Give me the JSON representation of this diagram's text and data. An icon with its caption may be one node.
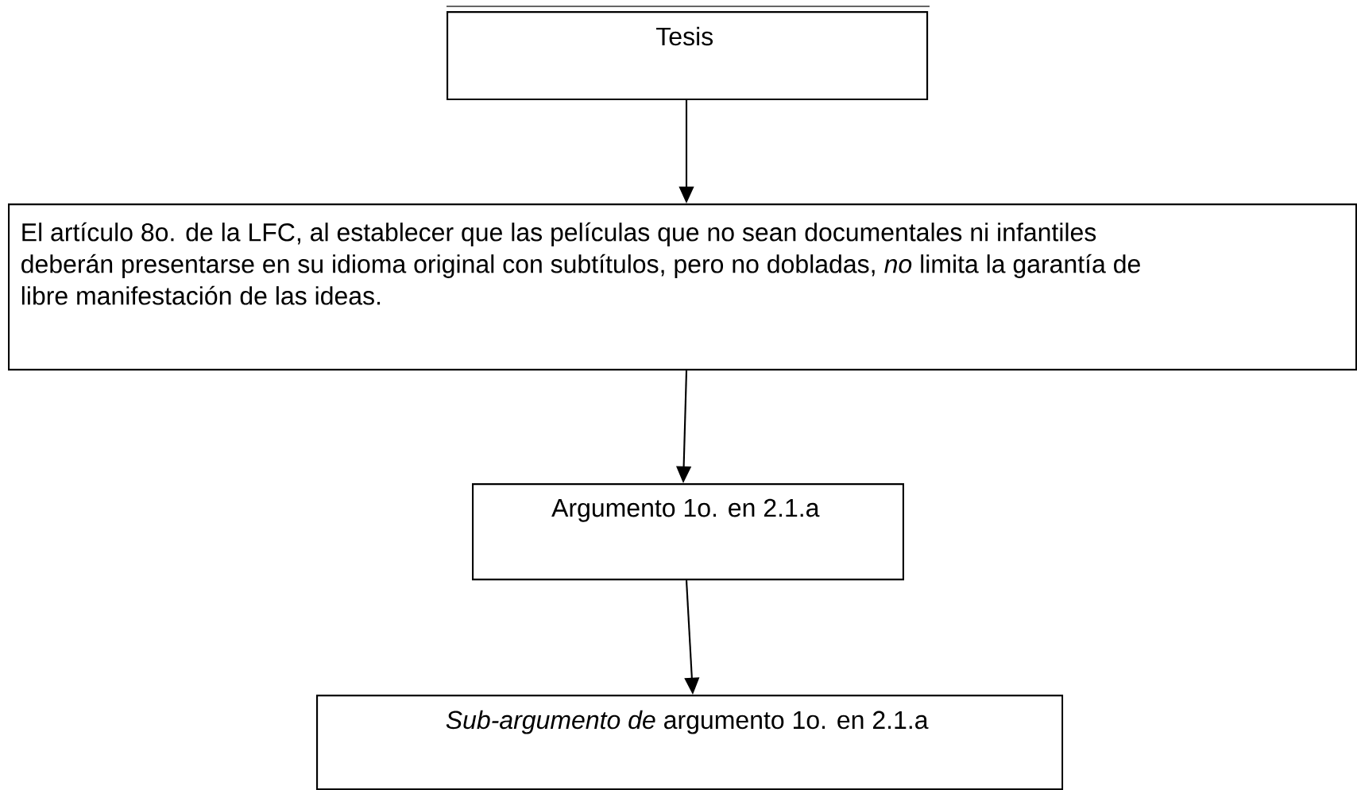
{
  "diagram": {
    "nodes": [
      {
        "text": [
          "Tesis"
        ]
      },
      {
        "text": [
          "El artículo 8o. de la LFC, al establecer que las películas que no sean documentales ni infantiles deberán presentarse en su idioma original con subtítulos, pero no dobladas, *no* limita la garantía de libre manifestación de las ideas."
        ]
      },
      {
        "text": [
          "Argumento 1o. en 2.1.a"
        ]
      },
      {
        "text": [
          "*Sub-argumento de* argumento 1o. en 2.1.a"
        ]
      }
    ],
    "edges": [
      {
        "from": 0,
        "to": 1,
        "arrow": "to"
      },
      {
        "from": 1,
        "to": 2,
        "arrow": "to"
      },
      {
        "from": 2,
        "to": 3,
        "arrow": "to"
      }
    ]
  }
}
